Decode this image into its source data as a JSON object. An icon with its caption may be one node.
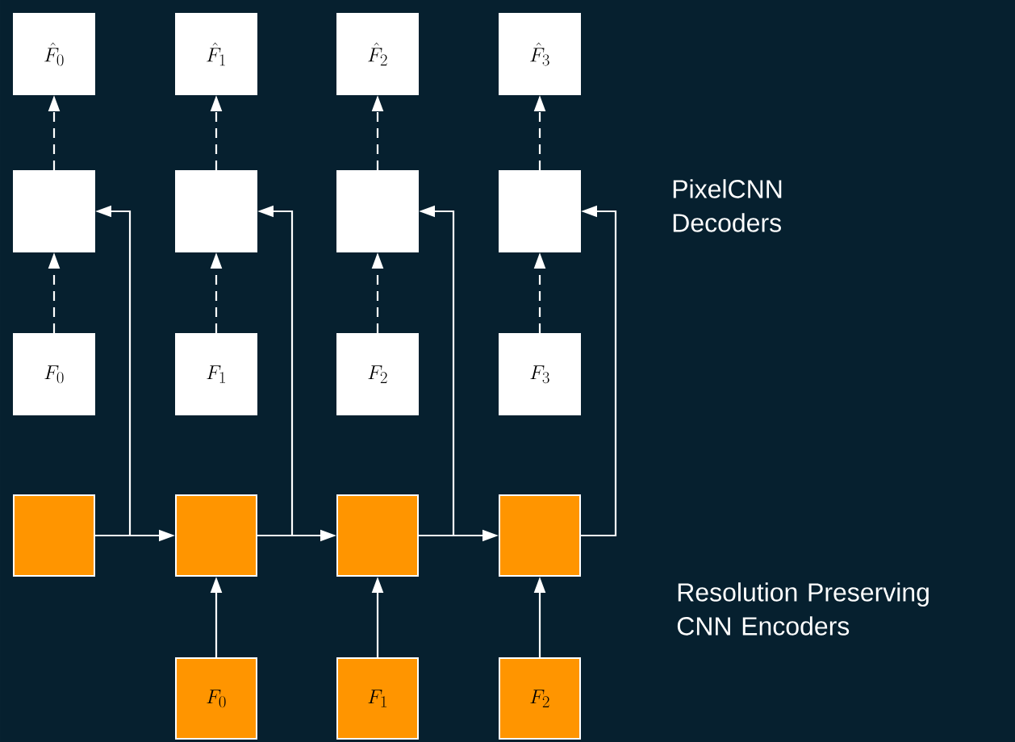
{
  "diagram": {
    "nodes": [
      {
        "text": [
          "\\hat{F}_0"
        ]
      },
      {
        "text": [
          "\\hat{F}_1"
        ]
      },
      {
        "text": [
          "\\hat{F}_2"
        ]
      },
      {
        "text": [
          "\\hat{F}_3"
        ]
      },
      {
        "text": [],
        "shape": "box"
      },
      {
        "text": [],
        "shape": "box"
      },
      {
        "text": [],
        "shape": "box"
      },
      {
        "text": [],
        "shape": "box"
      },
      {
        "text": [
          "F_0"
        ]
      },
      {
        "text": [
          "F_1"
        ]
      },
      {
        "text": [
          "F_2"
        ]
      },
      {
        "text": [
          "F_3"
        ]
      },
      {
        "text": [],
        "shape": "box"
      },
      {
        "text": [],
        "shape": "box"
      },
      {
        "text": [],
        "shape": "box"
      },
      {
        "text": [],
        "shape": "box"
      },
      {
        "text": [
          "F_0"
        ]
      },
      {
        "text": [
          "F_1"
        ]
      },
      {
        "text": [
          "F_2"
        ]
      }
    ],
    "edges": [
      {
        "from": 4,
        "to": 0,
        "arrow": "to",
        "style": "dashed"
      },
      {
        "from": 5,
        "to": 1,
        "arrow": "to",
        "style": "dashed"
      },
      {
        "from": 6,
        "to": 2,
        "arrow": "to",
        "style": "dashed"
      },
      {
        "from": 7,
        "to": 3,
        "arrow": "to",
        "style": "dashed"
      },
      {
        "from": 8,
        "to": 4,
        "arrow": "to",
        "style": "dashed"
      },
      {
        "from": 9,
        "to": 5,
        "arrow": "to",
        "style": "dashed"
      },
      {
        "from": 10,
        "to": 6,
        "arrow": "to",
        "style": "dashed"
      },
      {
        "from": 11,
        "to": 7,
        "arrow": "to",
        "style": "dashed"
      },
      {
        "from": 12,
        "to": 4,
        "arrow": "to"
      },
      {
        "from": 13,
        "to": 5,
        "arrow": "to"
      },
      {
        "from": 14,
        "to": 6,
        "arrow": "to"
      },
      {
        "from": 15,
        "to": 7,
        "arrow": "to"
      },
      {
        "from": 12,
        "to": 13,
        "arrow": "to"
      },
      {
        "from": 13,
        "to": 14,
        "arrow": "to"
      },
      {
        "from": 14,
        "to": 15,
        "arrow": "to"
      },
      {
        "from": 16,
        "to": 13,
        "arrow": "to"
      },
      {
        "from": 17,
        "to": 14,
        "arrow": "to"
      },
      {
        "from": 18,
        "to": 15,
        "arrow": "to"
      }
    ],
    "labels": [
      "PixelCNN Decoders",
      "Resolution Preserving CNN Encoders"
    ]
  }
}
